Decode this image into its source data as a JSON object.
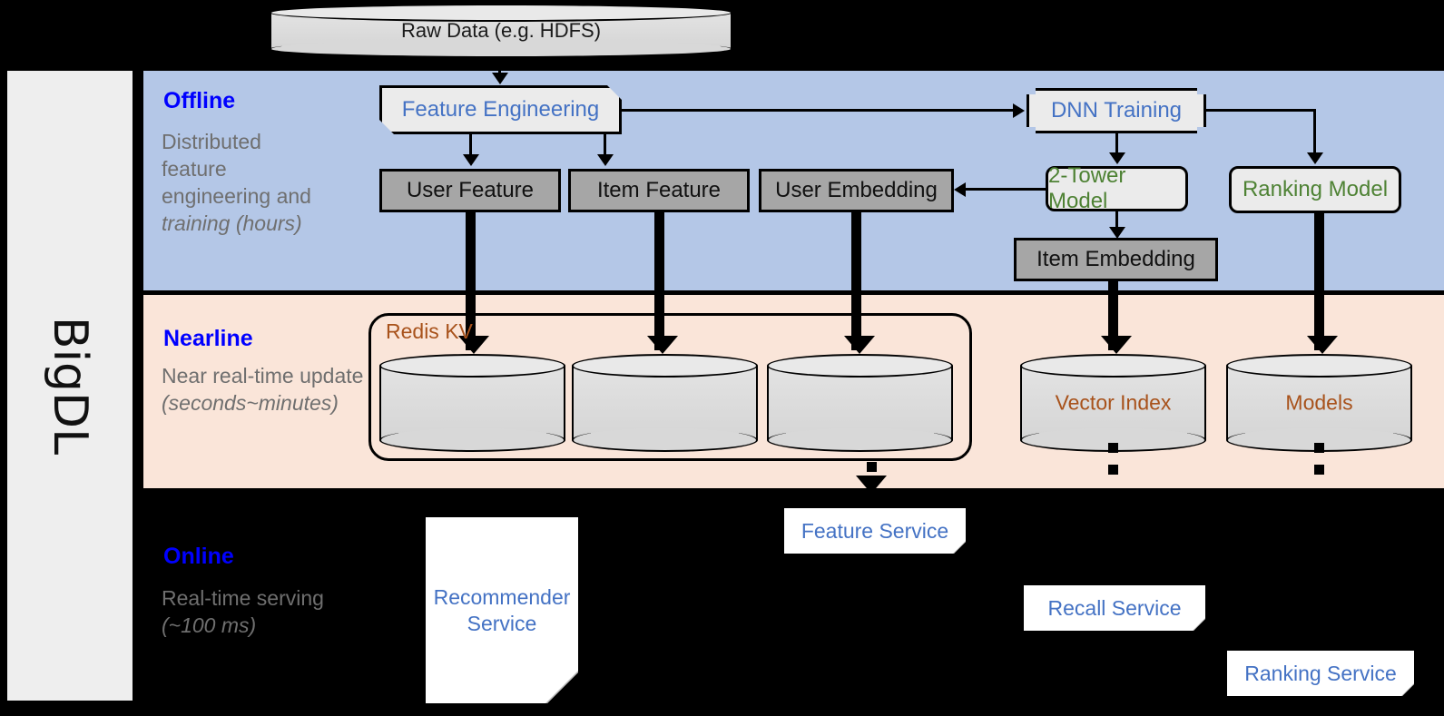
{
  "framework": {
    "name": "BigDL"
  },
  "source": {
    "label": "Raw Data (e.g. HDFS)"
  },
  "bands": {
    "offline": {
      "title": "Offline",
      "description": "Distributed feature engineering and training (hours)",
      "desc_plain": "Distributed feature engineering and ",
      "desc_italic": "training (hours)",
      "color": "#b4c7e7",
      "title_color": "#0000ff"
    },
    "nearline": {
      "title": "Nearline",
      "description": "Near real-time update (seconds~minutes)",
      "desc_plain": "Near real-time update ",
      "desc_italic": "(seconds~minutes)",
      "color": "#fae5d9",
      "title_color": "#0000ff"
    },
    "online": {
      "title": "Online",
      "description": "Real-time serving (~100 ms)",
      "desc_plain": "Real-time serving ",
      "desc_italic": "(~100 ms)",
      "color": "#000000",
      "title_color": "#0000ff"
    }
  },
  "offline": {
    "feature_engineering": "Feature Engineering",
    "dnn_training": "DNN Training",
    "user_feature": "User Feature",
    "item_feature": "Item Feature",
    "user_embedding": "User Embedding",
    "item_embedding": "Item Embedding",
    "two_tower_model": "2-Tower Model",
    "ranking_model": "Ranking Model"
  },
  "nearline": {
    "redis_kv": "Redis KV",
    "kv_stores": [
      "",
      "",
      ""
    ],
    "vector_index": "Vector Index",
    "models": "Models"
  },
  "online": {
    "recommender_service": "Recommender Service",
    "feature_service": "Feature Service",
    "recall_service": "Recall Service",
    "ranking_service": "Ranking Service"
  },
  "colors": {
    "process_text": "#4472c4",
    "model_text": "#4e8234",
    "store_text": "#a8521b",
    "data_box": "#a6a6a6",
    "caption_text": "#6f6f6f"
  }
}
